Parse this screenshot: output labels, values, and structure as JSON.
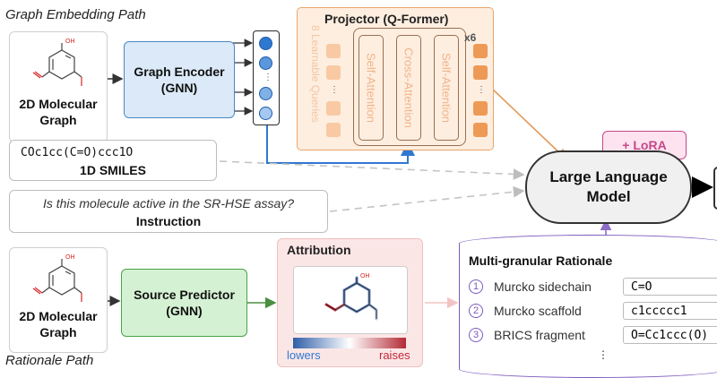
{
  "graph_path": {
    "title": "Graph Embedding Path",
    "mol_card_label_line1": "2D Molecular",
    "mol_card_label_line2": "Graph",
    "mol_oh": "OH",
    "encoder_line1": "Graph Encoder",
    "encoder_line2": "(GNN)",
    "node_ellipsis": "⋮"
  },
  "projector": {
    "title": "Projector (Q-Former)",
    "queries_label": "8 Learnable Queries",
    "repeat": "x6",
    "blocks": [
      "Self-Attention",
      "Cross-Attention",
      "Self-Attention"
    ],
    "ellipsis": "⋮"
  },
  "smiles": {
    "value": "COc1cc(C=O)ccc1O",
    "label": "1D SMILES"
  },
  "instruction": {
    "question": "Is this molecule active in the SR-HSE assay?",
    "label": "Instruction"
  },
  "llm": {
    "lora": "+ LoRA",
    "line1": "Large Language",
    "line2": "Model"
  },
  "rationale_path": {
    "title": "Rationale Path",
    "mol_card_label_line1": "2D Molecular",
    "mol_card_label_line2": "Graph",
    "mol_oh": "OH",
    "predictor_line1": "Source Predictor",
    "predictor_line2": "(GNN)"
  },
  "attribution": {
    "title": "Attribution",
    "oh": "OH",
    "low": "lowers",
    "high": "raises"
  },
  "rationale": {
    "title": "Multi-granular Rationale",
    "items": [
      {
        "num": "1",
        "name": "Murcko sidechain",
        "value": "C=O"
      },
      {
        "num": "2",
        "name": "Murcko scaffold",
        "value": "c1ccccc1"
      },
      {
        "num": "3",
        "name": "BRICS fragment",
        "value": "O=Cc1ccc(O)"
      }
    ],
    "ellipsis": "⋮"
  },
  "colors": {
    "encoder_fill": "#dbe9f8",
    "encoder_border": "#4a86c8",
    "projector_fill": "#fdeee0",
    "projector_border": "#e8a56b",
    "predictor_fill": "#d5f1d3",
    "predictor_border": "#47a447",
    "attribution_fill": "#fbe6e6",
    "lora_border": "#c4488a",
    "rationale_border": "#7c5bbf"
  }
}
